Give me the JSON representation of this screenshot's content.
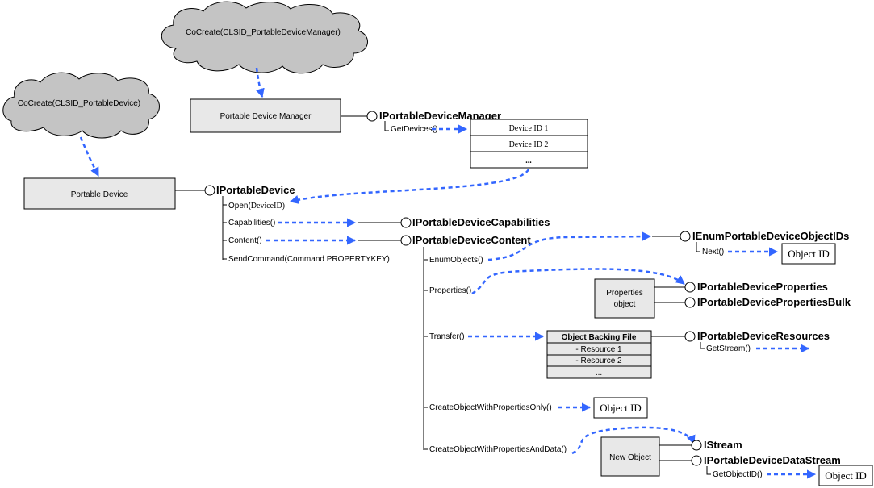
{
  "colors": {
    "arrow": "#3366ff",
    "box_fill": "#e8e8e8",
    "cloud_fill": "#c4c4c4"
  },
  "clouds": {
    "manager": "CoCreate(CLSID_PortableDeviceManager)",
    "device": "CoCreate(CLSID_PortableDevice)"
  },
  "boxes": {
    "manager": "Portable Device Manager",
    "device": "Portable Device",
    "properties_object": [
      "Properties",
      "object"
    ],
    "new_object": "New Object"
  },
  "interfaces": {
    "manager": "IPortableDeviceManager",
    "device": "IPortableDevice",
    "capabilities": "IPortableDeviceCapabilities",
    "content": "IPortableDeviceContent",
    "enum_ids": "IEnumPortableDeviceObjectIDs",
    "properties": "IPortableDeviceProperties",
    "properties_bulk": "IPortableDevicePropertiesBulk",
    "resources": "IPortableDeviceResources",
    "stream": "IStream",
    "data_stream": "IPortableDeviceDataStream"
  },
  "methods": {
    "get_devices": "GetDevices()",
    "open": "Open(",
    "open_arg": "DeviceID)",
    "capabilities": "Capabilities()",
    "content": "Content()",
    "send_command": "SendCommand(Command PROPERTYKEY)",
    "enum_objects": "EnumObjects()",
    "next": "Next()",
    "properties": "Properties()",
    "transfer": "Transfer()",
    "get_stream": "GetStream()",
    "create_props_only": "CreateObjectWithPropertiesOnly()",
    "create_props_data": "CreateObjectWithPropertiesAndData()",
    "get_object_id": "GetObjectID()"
  },
  "device_ids": [
    "Device ID 1",
    "Device ID 2",
    "..."
  ],
  "backing_file": {
    "title": "Object Backing File",
    "rows": [
      "- Resource 1",
      "- Resource 2",
      "..."
    ]
  },
  "object_id": "Object ID"
}
